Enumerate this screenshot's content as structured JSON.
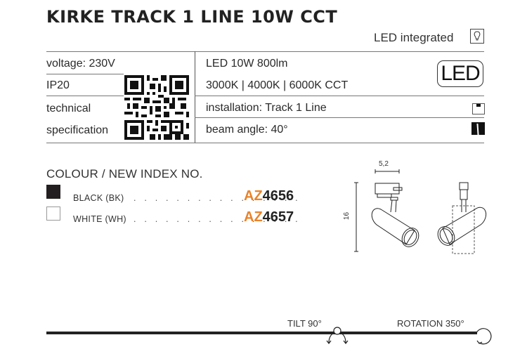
{
  "header": {
    "title": "KIRKE TRACK 1 LINE 10W CCT",
    "led_integrated_label": "LED integrated",
    "bulb_icon": "lightbulb-icon"
  },
  "spec_table": {
    "left": {
      "voltage": "voltage: 230V",
      "ip": "IP20",
      "technical_line1": "technical",
      "technical_line2": "specification",
      "qr_icon": "qr-code"
    },
    "right": {
      "power": "LED 10W 800lm",
      "cct": "3000K | 4000K | 6000K CCT",
      "led_badge": "LED",
      "installation": "installation: Track 1 Line",
      "installation_icon": "track-mount-icon",
      "beam_angle": "beam angle: 40°",
      "beam_icon": "beam-angle-icon"
    }
  },
  "colours": {
    "heading": "COLOUR / NEW INDEX NO.",
    "items": [
      {
        "name": "BLACK (BK)",
        "dots": ". . . . . . . . . . . . . . . .",
        "code_prefix": "AZ",
        "code_number": "4656",
        "swatch": "#231f20"
      },
      {
        "name": "WHITE (WH)",
        "dots": ". . . . . . . . . . . . . . . .",
        "code_prefix": "AZ",
        "code_number": "4657",
        "swatch": "#ffffff"
      }
    ]
  },
  "drawing": {
    "width_dim": "5,2",
    "height_dim": "16"
  },
  "footer": {
    "tilt_label": "TILT 90°",
    "rotation_label": "ROTATION 350°"
  },
  "colors": {
    "accent": "#e8832a",
    "text": "#2a2a2a"
  }
}
